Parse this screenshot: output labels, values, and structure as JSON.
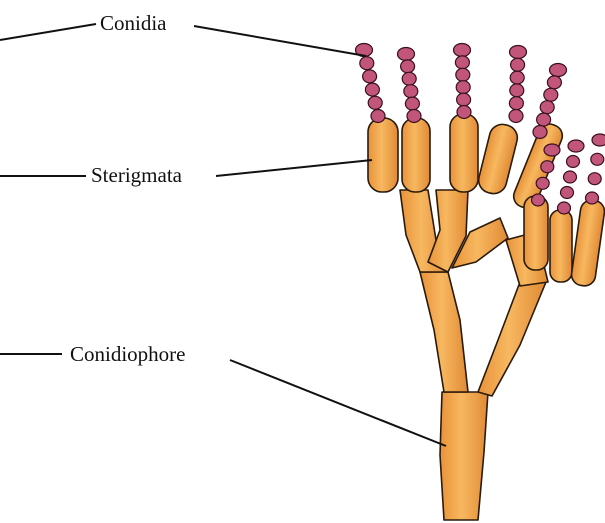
{
  "labels": {
    "conidia": "Conidia",
    "sterigmata": "Sterigmata",
    "conidiophore": "Conidiophore"
  },
  "colors": {
    "hypha_fill": "#F2A54A",
    "hypha_outline": "#2A1A0A",
    "conidium_fill": "#C2557A",
    "conidium_outline": "#3A1020",
    "leader_line": "#111111"
  }
}
